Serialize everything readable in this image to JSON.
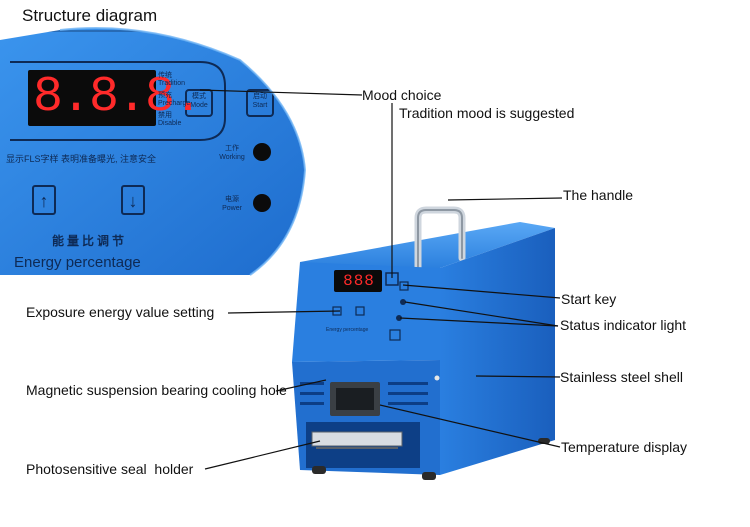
{
  "title": "Structure diagram",
  "labels": {
    "mood_choice": "Mood choice",
    "tradition_note": "Tradition mood is suggested",
    "handle": "The handle",
    "start_key": "Start key",
    "exposure": "Exposure energy value setting",
    "status_light": "Status indicator light",
    "cooling_hole": "Magnetic suspension bearing cooling hole",
    "shell": "Stainless steel shell",
    "temp_display": "Temperature display",
    "seal_holder": "Photosensitive seal  holder"
  },
  "panel": {
    "display_digits": "8.8.8.",
    "mode_tradition_cn": "传统",
    "mode_tradition": "Tradition",
    "mode_precharge_cn": "预充",
    "mode_precharge": "Precharge",
    "mode_disable_cn": "禁用",
    "mode_disable": "Disable",
    "mode_btn_cn": "模式",
    "mode_btn": "Mode",
    "start_btn_cn": "启动",
    "start_btn": "Start",
    "notice_cn": "显示FLS字样  表明准备曝光, 注意安全",
    "working_cn": "工作",
    "working": "Working",
    "power_cn": "电源",
    "power": "Power",
    "energy_cn": "能量比调节",
    "energy": "Energy percentage"
  },
  "machine": {
    "display_digits": "888",
    "energy_small": "Energy percentage"
  },
  "colors": {
    "body_blue": "#1e6fd0",
    "panel_blue": "#2b83e0",
    "dark": "#0d0d0d"
  }
}
